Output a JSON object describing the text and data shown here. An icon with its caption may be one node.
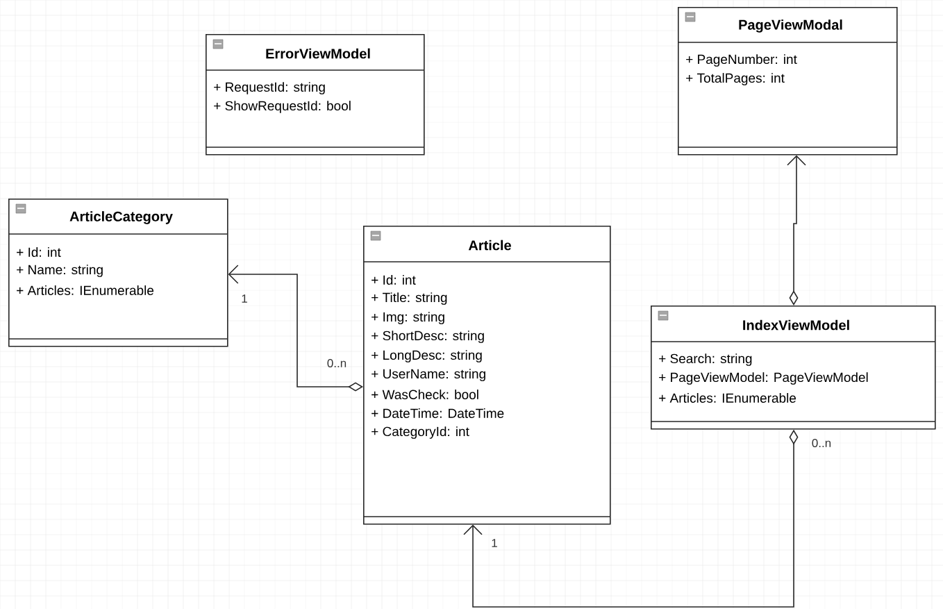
{
  "diagram": {
    "nodes": [
      {
        "text": [
          "ErrorViewModel",
          "+ RequestId: string",
          "+ ShowRequestId: bool"
        ]
      },
      {
        "text": [
          "PageViewModal",
          "+ PageNumber: int",
          "+ TotalPages: int"
        ]
      },
      {
        "text": [
          "ArticleCategory",
          "+ Id: int",
          "+ Name: string",
          "+ Articles: IEnumerable"
        ]
      },
      {
        "text": [
          "Article",
          "+ Id: int",
          "+ Title: string",
          "+ Img: string",
          "+ ShortDesc: string",
          "+ LongDesc: string",
          "+ UserName: string",
          "+ WasCheck: bool",
          "+ DateTime: DateTime",
          "+ CategoryId: int"
        ]
      },
      {
        "text": [
          "IndexViewModel",
          "+ Search: string",
          "+ PageViewModel: PageViewModel",
          "+ Articles: IEnumerable"
        ]
      }
    ],
    "edges": [
      {
        "from": 3,
        "to": 2,
        "arrow": "to"
      },
      {
        "from": 4,
        "to": 1,
        "arrow": "to"
      },
      {
        "from": 4,
        "to": 3,
        "arrow": "to"
      }
    ],
    "labels": [
      "1",
      "0..n",
      "0..n",
      "1"
    ]
  }
}
